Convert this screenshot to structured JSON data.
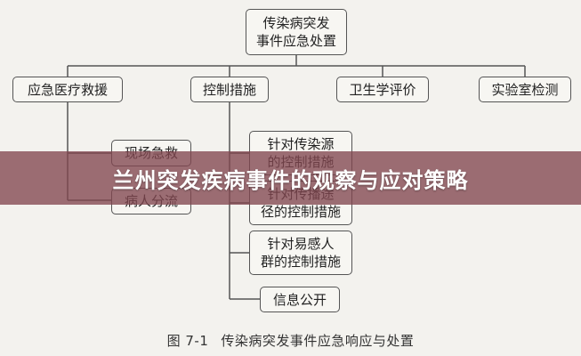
{
  "diagram": {
    "root": "传染病突发\n事件应急处置",
    "level1": [
      "应急医疗救援",
      "控制措施",
      "卫生学评价",
      "实验室检测"
    ],
    "medical_children": [
      "现场急救",
      "病人分流"
    ],
    "control_children": [
      "针对传染源\n的控制措施",
      "针对传播途\n径的控制措施",
      "针对易感人\n群的控制措施",
      "信息公开"
    ],
    "caption_fig": "图 7-1",
    "caption_text": "传染病突发事件应急响应与处置"
  },
  "banner": {
    "title": "兰州突发疾病事件的观察与应对策略"
  },
  "colors": {
    "banner_bg": "#824650",
    "line": "#555555",
    "box_border": "#555555"
  }
}
